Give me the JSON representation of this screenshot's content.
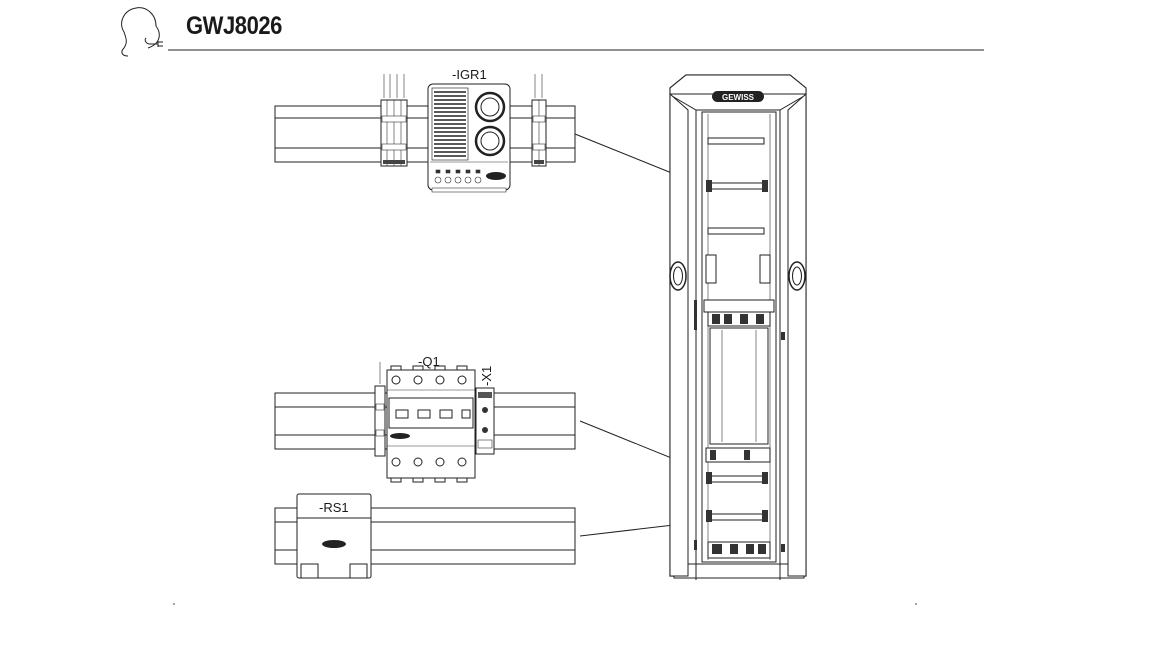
{
  "header": {
    "title": "GWJ8026"
  },
  "labels": {
    "igr1": "-IGR1",
    "q1": "-Q1",
    "x1": "-X1",
    "rs1": "-RS1",
    "cabinet_logo": "GEWISS"
  },
  "icons": {
    "header_icon": "person-plug-icon"
  }
}
